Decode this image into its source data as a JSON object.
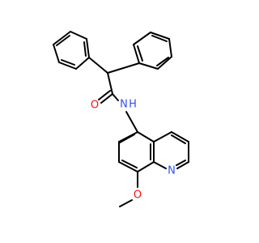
{
  "molecule": {
    "atoms": [
      {
        "id": "O1",
        "label": "O",
        "color": "#FF0D0D"
      },
      {
        "id": "N1",
        "label": "N",
        "color": "#3050F8"
      },
      {
        "id": "N2",
        "label": "N",
        "color": "#3050F8"
      },
      {
        "id": "O2",
        "label": "O",
        "color": "#FF0D0D"
      }
    ],
    "bond_color": "#000000"
  }
}
